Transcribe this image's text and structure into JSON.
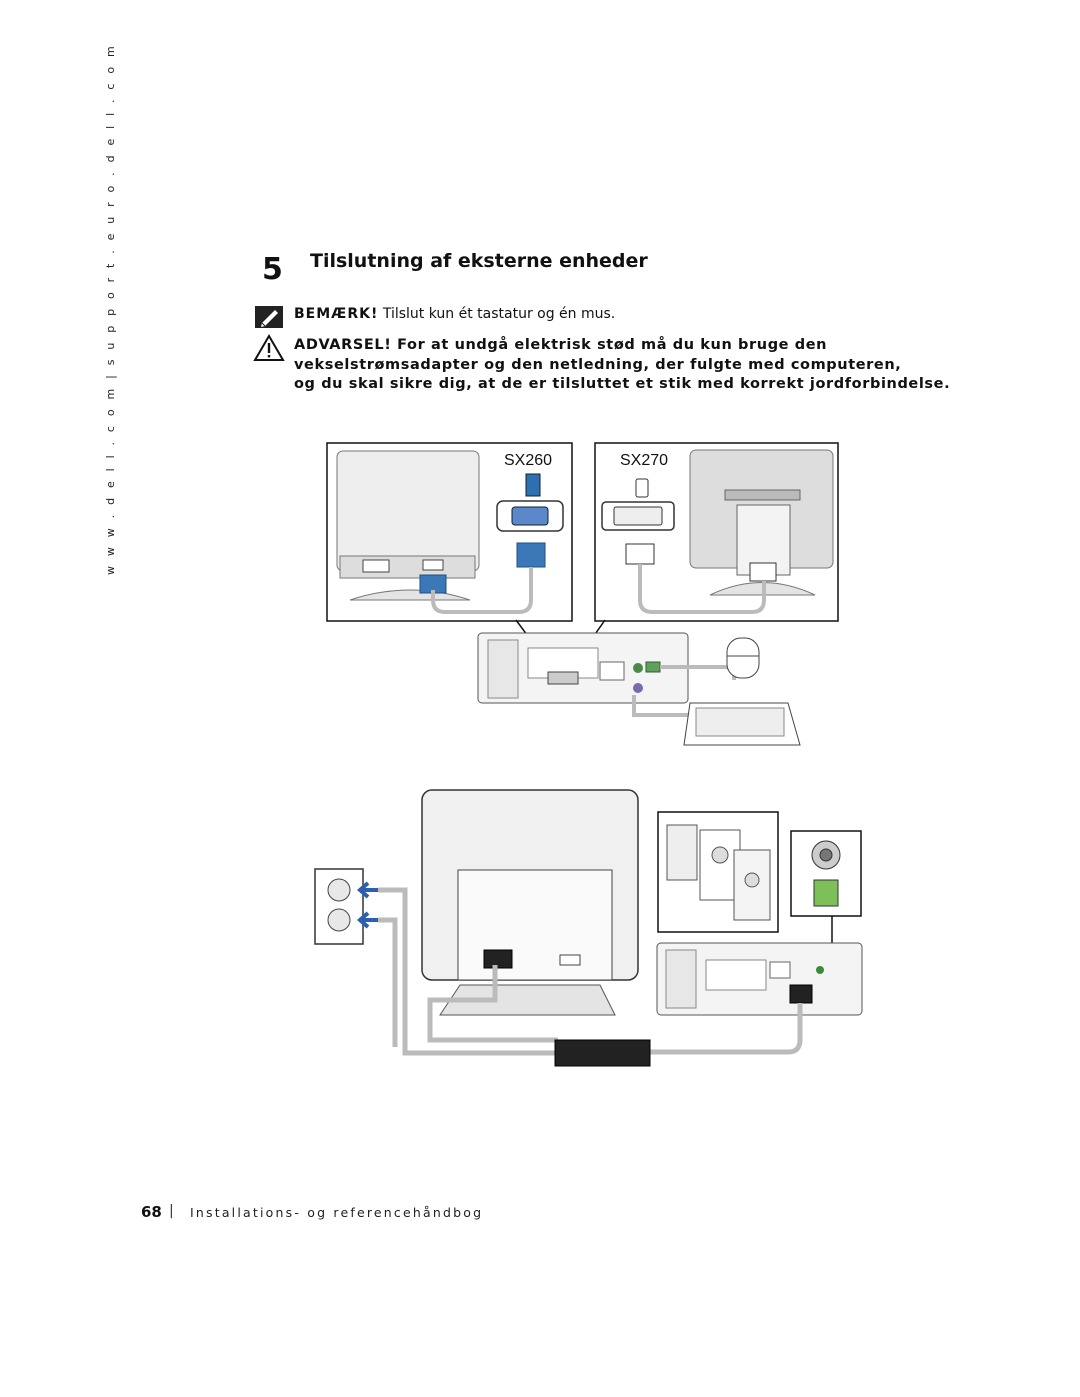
{
  "sidebar": {
    "url": "w w w . d e l l . c o m   |   s u p p o r t . e u r o . d e l l . c o m"
  },
  "section": {
    "number": "5",
    "title": "Tilslutning af eksterne enheder"
  },
  "note": {
    "label": "BEMÆRK!",
    "text": " Tilslut kun ét tastatur og én mus.",
    "icon": "note-pencil-icon"
  },
  "warning": {
    "icon": "warning-triangle-icon",
    "lines": [
      "ADVARSEL! For at undgå elektrisk stød må du kun bruge den",
      "vekselstrømsadapter og den netledning, der fulgte med computeren,",
      "og du skal sikre dig, at de er tilsluttet et stik med korrekt jordforbindelse."
    ]
  },
  "figures": {
    "label_left": "SX260",
    "label_right": "SX270"
  },
  "footer": {
    "page": "68",
    "separator": "|",
    "title": "Installations- og referencehåndbog"
  }
}
